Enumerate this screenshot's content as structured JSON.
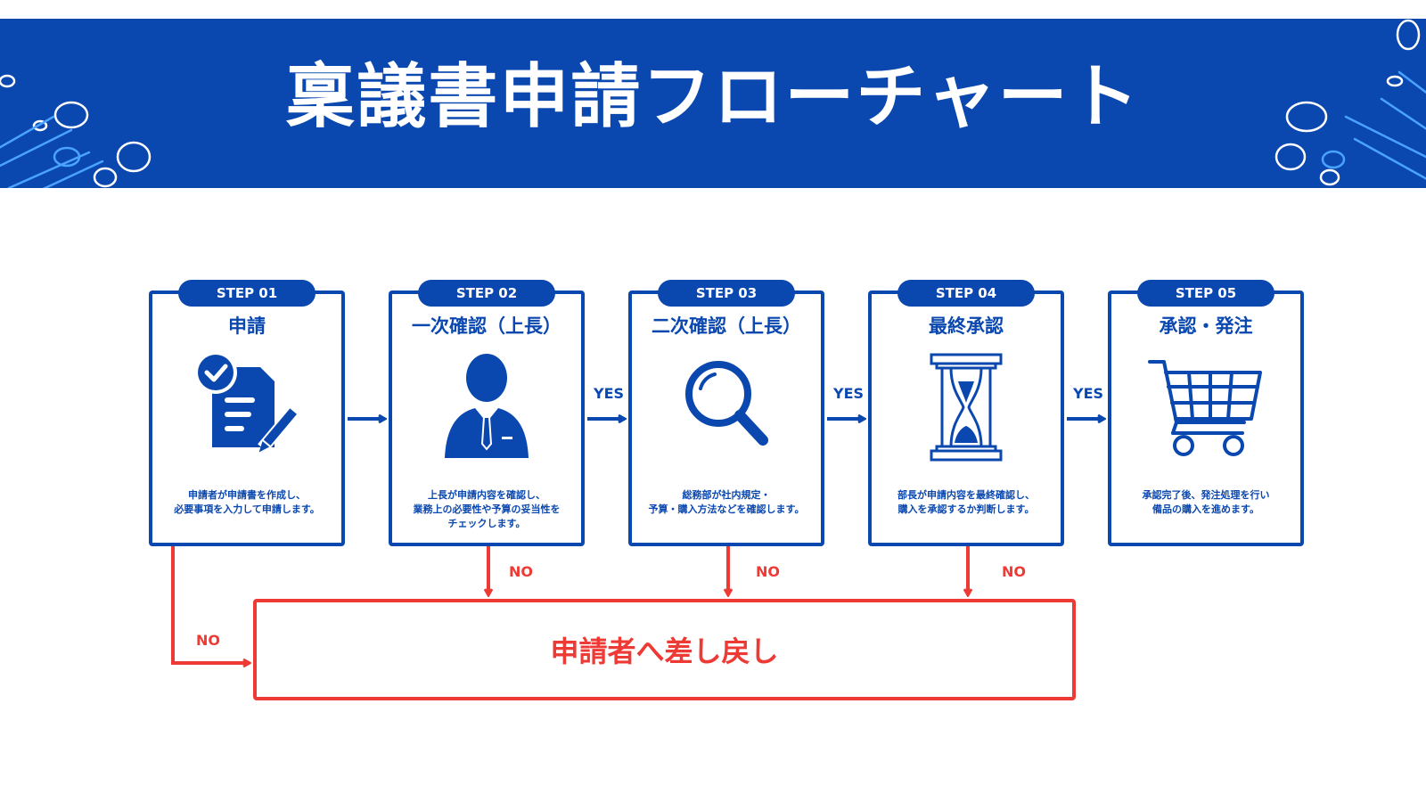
{
  "header": {
    "title": "稟議書申請フローチャート"
  },
  "colors": {
    "primary": "#0a48b0",
    "reject": "#ee3a35",
    "background": "#ffffff"
  },
  "steps": [
    {
      "badge": "STEP 01",
      "title": "申請",
      "icon": "document-check-pencil-icon",
      "desc": "申請者が申請書を作成し、\n必要事項を入力して申請します。"
    },
    {
      "badge": "STEP 02",
      "title": "一次確認（上長）",
      "icon": "businessman-icon",
      "desc": "上長が申請内容を確認し、\n業務上の必要性や予算の妥当性を\nチェックします。"
    },
    {
      "badge": "STEP 03",
      "title": "二次確認（上長）",
      "icon": "magnifier-icon",
      "desc": "総務部が社内規定・\n予算・購入方法などを確認します。"
    },
    {
      "badge": "STEP 04",
      "title": "最終承認",
      "icon": "hourglass-icon",
      "desc": "部長が申請内容を最終確認し、\n購入を承認するか判断します。"
    },
    {
      "badge": "STEP 05",
      "title": "承認・発注",
      "icon": "shopping-cart-icon",
      "desc": "承認完了後、発注処理を行い\n備品の購入を進めます。"
    }
  ],
  "flow": {
    "yes_label": "YES",
    "no_label": "NO",
    "return_box": "申請者へ差し戻し"
  }
}
